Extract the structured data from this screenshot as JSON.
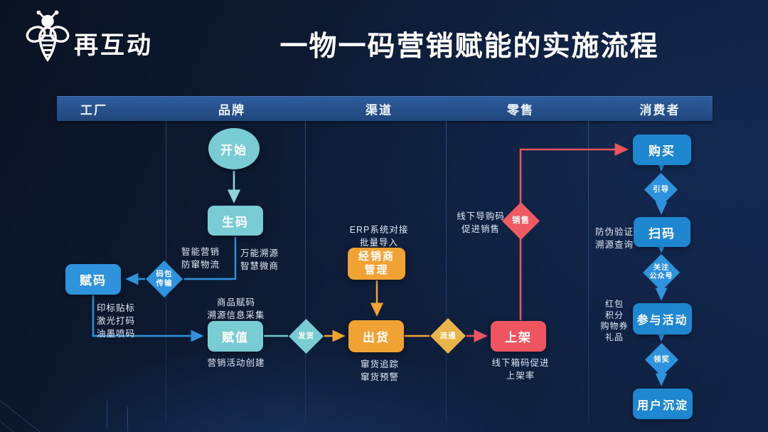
{
  "brand": {
    "name": "再互动"
  },
  "title": "一物一码营销赋能的实施流程",
  "lanes": [
    "工厂",
    "品牌",
    "渠道",
    "零售",
    "消费者"
  ],
  "nodes": {
    "start": "开始",
    "generate_code": "生码",
    "assign_code": "赋码",
    "code_pack_transfer": "码包\n传输",
    "assign_value": "赋值",
    "dispatch": "发货",
    "distributor_mgmt": "经销商\n管理",
    "shipment": "出货",
    "circulation": "流通",
    "on_shelf": "上架",
    "sales": "销售",
    "purchase": "购买",
    "guide": "引导",
    "scan_code": "扫码",
    "follow_account": "关注\n公众号",
    "join_activity": "参与活动",
    "claim_prize": "领奖",
    "user_retention": "用户沉淀"
  },
  "annotations": {
    "smart_marketing": "智能营销\n防窜物流",
    "universal_trace": "万能溯源\n智慧微商",
    "marking_methods": "印标贴标\n激光打码\n油墨喷码",
    "product_coding": "商品赋码\n溯源信息采集",
    "campaign_create": "营销活动创建",
    "erp_import": "ERP系统对接\n批量导入",
    "fleeing_goods": "窜货追踪\n窜货预警",
    "offline_guide_code": "线下导购码\n促进销售",
    "box_code": "线下箱码促进\n上架率",
    "anti_fake": "防伪验证\n溯源查询",
    "rewards": "红包\n积分\n购物券\n礼品"
  },
  "colors": {
    "background": "#0d1b34",
    "lane_bar": "#27518b",
    "teal": "#79ccd3",
    "blue": "#2e93dc",
    "consumer_blue": "#1f86d0",
    "orange": "#f0a232",
    "yellow": "#e9b54b",
    "red": "#ee5560"
  }
}
